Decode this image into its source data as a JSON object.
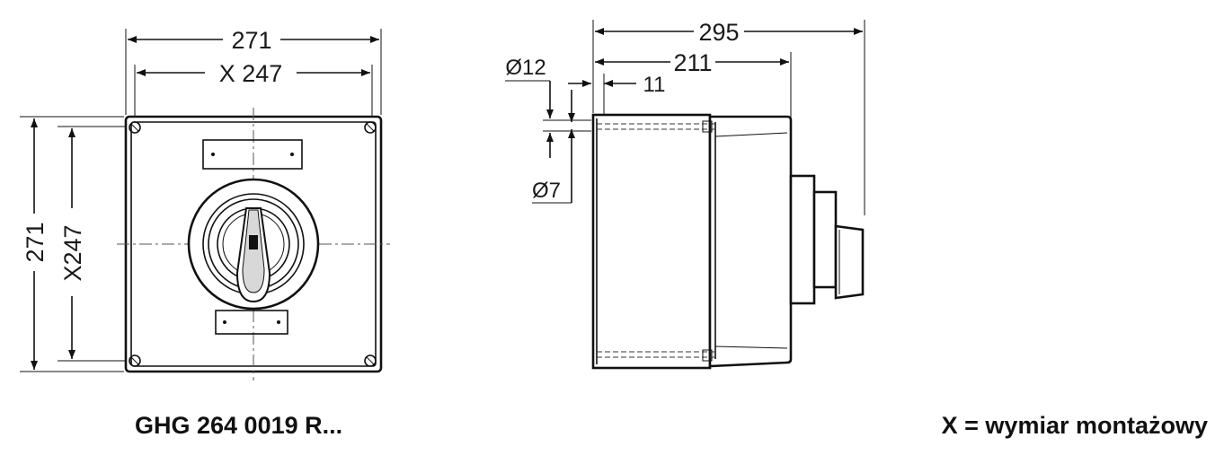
{
  "front_view": {
    "overall_width": "271",
    "mounting_width": "X 247",
    "overall_height": "271",
    "mounting_height": "X247"
  },
  "side_view": {
    "overall_depth": "295",
    "body_depth": "211",
    "flange": "11",
    "hole_large": "Ø12",
    "hole_small": "Ø7"
  },
  "captions": {
    "part_number": "GHG 264 0019 R...",
    "legend": "X = wymiar montażowy"
  }
}
